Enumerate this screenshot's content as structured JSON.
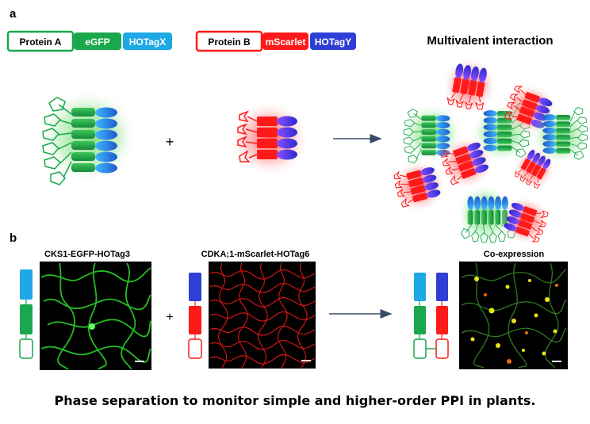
{
  "panel_a": {
    "label": "a",
    "protein_a": {
      "name": "Protein A",
      "fluor": "eGFP",
      "tag": "HOTagX"
    },
    "protein_b": {
      "name": "Protein B",
      "fluor": "mScarlet",
      "tag": "HOTagY"
    },
    "result_title": "Multivalent interaction",
    "plus": "+"
  },
  "panel_b": {
    "label": "b",
    "image1_title": "CKS1-EGFP-HOTag3",
    "image2_title": "CDKA;1-mScarlet-HOTag6",
    "image3_title": "Co-expression",
    "plus": "+"
  },
  "caption": "Phase separation to monitor simple and higher-order PPI in plants.",
  "colors": {
    "green": "#1aa84c",
    "green_light": "#7fd48a",
    "red": "#ff1a1a",
    "blue": "#2d3fd4",
    "cyan": "#1ea8e6",
    "arrow": "#3b4a6b"
  }
}
